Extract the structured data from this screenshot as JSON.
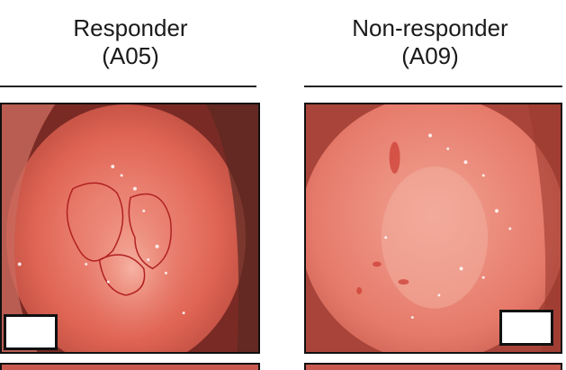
{
  "columns": [
    {
      "title_line1": "Responder",
      "title_line2": "(A05)"
    },
    {
      "title_line1": "Non-responder",
      "title_line2": "(A09)"
    }
  ],
  "colors": {
    "tissue_base": "#d8554a",
    "tissue_light": "#f08a7c",
    "tissue_dark": "#8a2a22",
    "lesion_outline": "#b02020",
    "frame": "#111111"
  }
}
